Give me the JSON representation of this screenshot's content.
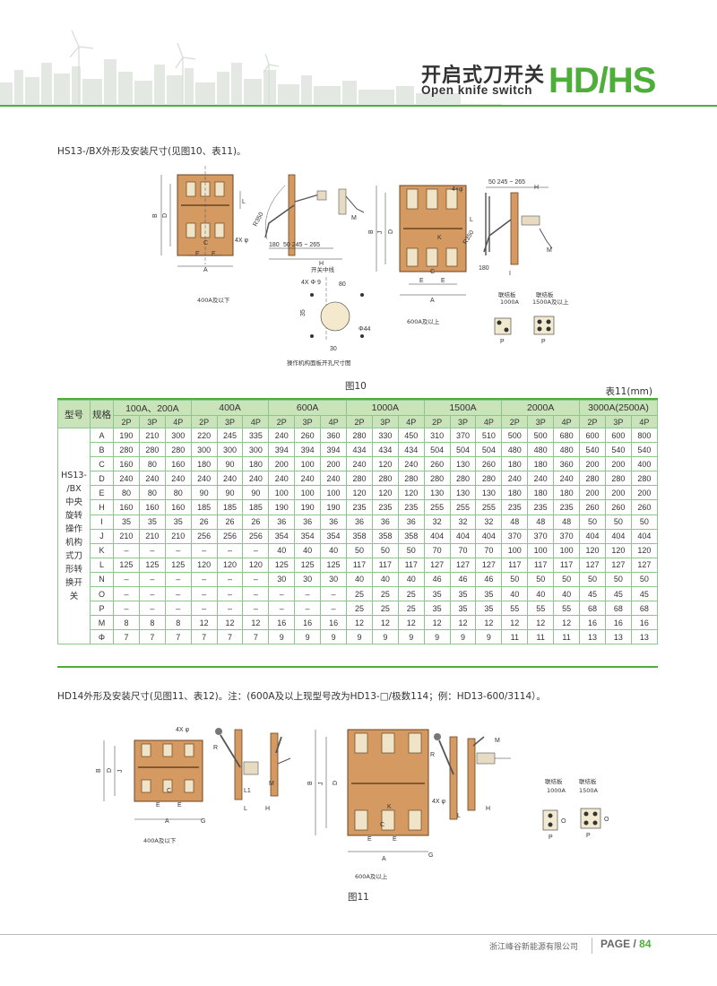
{
  "header": {
    "title_cn": "开启式刀开关",
    "title_en": "Open knife switch",
    "model": "HD/HS"
  },
  "section1": {
    "caption": "HS13-/BX外形及安装尺寸(见图10、表11)。",
    "labels": {
      "under400": "400A及以下",
      "panel_title": "操作机构面板开孔尺寸图",
      "switch_center": "开关中线",
      "over600": "600A及以上",
      "link1000": "联结板",
      "link1000_rating": "1000A",
      "link1500": "联结板",
      "link1500_rating": "1500A及以上",
      "dim_4x9": "4X Φ 9",
      "dim_80": "80",
      "dim_35": "35",
      "dim_30": "30",
      "dim_44": "Φ44",
      "dim_range": "50 245 ~ 265",
      "dim_range_b": "50 245 ~ 265",
      "dim_180": "180",
      "dim_180b": "180",
      "dim_r350": "R350",
      "dim_r350b": "R350",
      "dim_4xphi": "4X φ",
      "dim_4xphi_b": "4×φ"
    },
    "figure_caption": "图10"
  },
  "table": {
    "unit": "表11(mm)",
    "col_model": "型号",
    "col_spec": "规格",
    "groups": [
      "100A、200A",
      "400A",
      "600A",
      "1000A",
      "1500A",
      "2000A",
      "3000A(2500A)"
    ],
    "poles": [
      "2P",
      "3P",
      "4P"
    ],
    "side_label_lines": [
      "HS13-",
      "/BX",
      "中央",
      "旋转",
      "操作",
      "机构",
      "式刀",
      "形转",
      "换开",
      "关"
    ],
    "rows": [
      {
        "param": "A",
        "values": [
          "190",
          "210",
          "300",
          "220",
          "245",
          "335",
          "240",
          "260",
          "360",
          "280",
          "330",
          "450",
          "310",
          "370",
          "510",
          "500",
          "500",
          "680",
          "600",
          "600",
          "800"
        ]
      },
      {
        "param": "B",
        "values": [
          "280",
          "280",
          "280",
          "300",
          "300",
          "300",
          "394",
          "394",
          "394",
          "434",
          "434",
          "434",
          "504",
          "504",
          "504",
          "480",
          "480",
          "480",
          "540",
          "540",
          "540"
        ]
      },
      {
        "param": "C",
        "values": [
          "160",
          "80",
          "160",
          "180",
          "90",
          "180",
          "200",
          "100",
          "200",
          "240",
          "120",
          "240",
          "260",
          "130",
          "260",
          "180",
          "180",
          "360",
          "200",
          "200",
          "400"
        ]
      },
      {
        "param": "D",
        "values": [
          "240",
          "240",
          "240",
          "240",
          "240",
          "240",
          "240",
          "240",
          "240",
          "280",
          "280",
          "280",
          "280",
          "280",
          "280",
          "240",
          "240",
          "240",
          "280",
          "280",
          "280"
        ]
      },
      {
        "param": "E",
        "values": [
          "80",
          "80",
          "80",
          "90",
          "90",
          "90",
          "100",
          "100",
          "100",
          "120",
          "120",
          "120",
          "130",
          "130",
          "130",
          "180",
          "180",
          "180",
          "200",
          "200",
          "200"
        ]
      },
      {
        "param": "H",
        "values": [
          "160",
          "160",
          "160",
          "185",
          "185",
          "185",
          "190",
          "190",
          "190",
          "235",
          "235",
          "235",
          "255",
          "255",
          "255",
          "235",
          "235",
          "235",
          "260",
          "260",
          "260"
        ]
      },
      {
        "param": "I",
        "values": [
          "35",
          "35",
          "35",
          "26",
          "26",
          "26",
          "36",
          "36",
          "36",
          "36",
          "36",
          "36",
          "32",
          "32",
          "32",
          "48",
          "48",
          "48",
          "50",
          "50",
          "50"
        ]
      },
      {
        "param": "J",
        "values": [
          "210",
          "210",
          "210",
          "256",
          "256",
          "256",
          "354",
          "354",
          "354",
          "358",
          "358",
          "358",
          "404",
          "404",
          "404",
          "370",
          "370",
          "370",
          "404",
          "404",
          "404"
        ]
      },
      {
        "param": "K",
        "values": [
          "–",
          "–",
          "–",
          "–",
          "–",
          "–",
          "40",
          "40",
          "40",
          "50",
          "50",
          "50",
          "70",
          "70",
          "70",
          "100",
          "100",
          "100",
          "120",
          "120",
          "120"
        ]
      },
      {
        "param": "L",
        "values": [
          "125",
          "125",
          "125",
          "120",
          "120",
          "120",
          "125",
          "125",
          "125",
          "117",
          "117",
          "117",
          "127",
          "127",
          "127",
          "117",
          "117",
          "117",
          "127",
          "127",
          "127"
        ]
      },
      {
        "param": "N",
        "values": [
          "–",
          "–",
          "–",
          "–",
          "–",
          "–",
          "30",
          "30",
          "30",
          "40",
          "40",
          "40",
          "46",
          "46",
          "46",
          "50",
          "50",
          "50",
          "50",
          "50",
          "50"
        ]
      },
      {
        "param": "O",
        "values": [
          "–",
          "–",
          "–",
          "–",
          "–",
          "–",
          "–",
          "–",
          "–",
          "25",
          "25",
          "25",
          "35",
          "35",
          "35",
          "40",
          "40",
          "40",
          "45",
          "45",
          "45"
        ]
      },
      {
        "param": "P",
        "values": [
          "–",
          "–",
          "–",
          "–",
          "–",
          "–",
          "–",
          "–",
          "–",
          "25",
          "25",
          "25",
          "35",
          "35",
          "35",
          "55",
          "55",
          "55",
          "68",
          "68",
          "68"
        ]
      },
      {
        "param": "M",
        "values": [
          "8",
          "8",
          "8",
          "12",
          "12",
          "12",
          "16",
          "16",
          "16",
          "12",
          "12",
          "12",
          "12",
          "12",
          "12",
          "12",
          "12",
          "12",
          "16",
          "16",
          "16"
        ]
      },
      {
        "param": "Φ",
        "values": [
          "7",
          "7",
          "7",
          "7",
          "7",
          "7",
          "9",
          "9",
          "9",
          "9",
          "9",
          "9",
          "9",
          "9",
          "9",
          "11",
          "11",
          "11",
          "13",
          "13",
          "13"
        ]
      }
    ]
  },
  "section2": {
    "caption": "HD14外形及安装尺寸(见图11、表12)。注：(600A及以上现型号改为HD13-□/极数114；例：HD13-600/3114）。",
    "labels": {
      "under400": "400A及以下",
      "over600": "600A及以上",
      "link1000": "联结板",
      "link1000_rating": "1000A",
      "link1500": "联结板",
      "link1500_rating": "1500A",
      "dim_4xphi": "4X φ",
      "dim_4xphi_b": "4X φ"
    },
    "figure_caption": "图11"
  },
  "footer": {
    "company": "浙江峰谷新能源有限公司",
    "page_label": "PAGE /",
    "page_number": "84"
  },
  "colors": {
    "brand_green": "#4dae3a",
    "table_header": "#c9e4b9",
    "table_border": "#8dc68b",
    "copper": "#c8874a"
  },
  "icons": {
    "skyline": "city-skyline-wind-turbine-icon"
  }
}
